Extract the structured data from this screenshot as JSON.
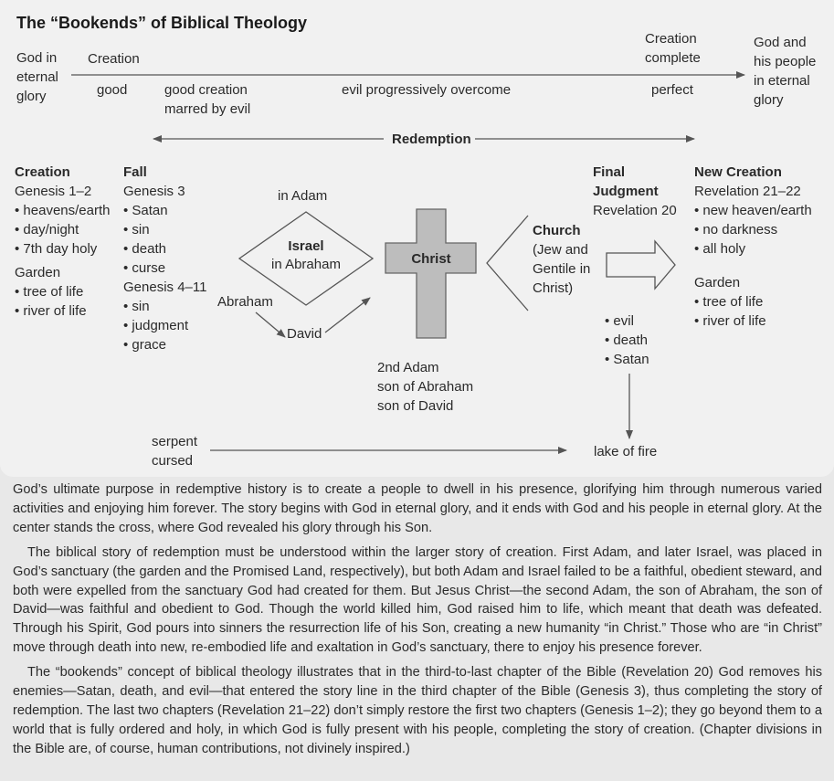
{
  "title": "The “Bookends” of Biblical Theology",
  "timeline": {
    "start": [
      "God in",
      "eternal",
      "glory"
    ],
    "creation": "Creation",
    "creation_complete": [
      "Creation",
      "complete"
    ],
    "end": [
      "God and",
      "his people",
      "in eternal",
      "glory"
    ],
    "good": "good",
    "marred": [
      "good creation",
      "marred by evil"
    ],
    "overcome": "evil progressively overcome",
    "perfect": "perfect",
    "redemption": "Redemption"
  },
  "creation_col": {
    "heading": "Creation",
    "ref": "Genesis 1–2",
    "items": [
      "heavens/earth",
      "day/night",
      "7th day holy"
    ],
    "garden": "Garden",
    "garden_items": [
      "tree of life",
      "river of life"
    ]
  },
  "fall_col": {
    "heading": "Fall",
    "ref": "Genesis 3",
    "items": [
      "Satan",
      "sin",
      "death",
      "curse"
    ],
    "ref2": "Genesis 4–11",
    "items2": [
      "sin",
      "judgment",
      "grace"
    ]
  },
  "adam": {
    "in_adam": "in Adam",
    "israel": "Israel",
    "in_abraham": "in Abraham",
    "abraham": "Abraham",
    "david": "David"
  },
  "christ": {
    "label": "Christ",
    "caption": [
      "2nd Adam",
      "son of Abraham",
      "son of David"
    ]
  },
  "church": {
    "heading": "Church",
    "lines": [
      "(Jew and",
      "Gentile in",
      "Christ)"
    ]
  },
  "judgment": {
    "heading": [
      "Final",
      "Judgment"
    ],
    "ref": "Revelation 20",
    "items": [
      "evil",
      "death",
      "Satan"
    ],
    "lake": "lake of fire"
  },
  "new_creation": {
    "heading": "New Creation",
    "ref": "Revelation 21–22",
    "items": [
      "new heaven/earth",
      "no darkness",
      "all holy"
    ],
    "garden": "Garden",
    "garden_items": [
      "tree of life",
      "river of life"
    ]
  },
  "serpent": [
    "serpent",
    "cursed"
  ],
  "paragraphs": [
    "God’s ultimate purpose in redemptive history is to create a people to dwell in his presence, glorifying him through numerous varied activities and enjoying him forever. The story begins with God in eternal glory, and it ends with God and his people in eternal glory. At the center stands the cross, where God revealed his glory through his Son.",
    "The biblical story of redemption must be understood within the larger story of creation. First Adam, and later Israel, was placed in God’s sanctuary (the garden and the Promised Land, respectively), but both Adam and Israel failed to be a faithful, obedient steward, and both were expelled from the sanctuary God had created for them. But Jesus Christ—the second Adam, the son of Abraham, the son of David—was faithful and obedient to God. Though the world killed him, God raised him to life, which meant that death was defeated. Through his Spirit, God pours into sinners the resurrection life of his Son, creating a new humanity “in Christ.” Those who are “in Christ” move through death into new, re-embodied life and exaltation in God’s sanctuary, there to enjoy his presence forever.",
    "The “bookends” concept of biblical theology illustrates that in the third-to-last chapter of the Bible (Revelation 20) God removes his enemies—Satan, death, and evil—that entered the story line in the third chapter of the Bible (Genesis 3), thus completing the story of redemption. The last two chapters (Revelation 21–22) don’t simply restore the first two chapters (Genesis 1–2); they go beyond them to a world that is fully ordered and holy, in which God is fully present with his people, completing the story of creation. (Chapter divisions in the Bible are, of course, human contributions, not divinely inspired.)"
  ]
}
